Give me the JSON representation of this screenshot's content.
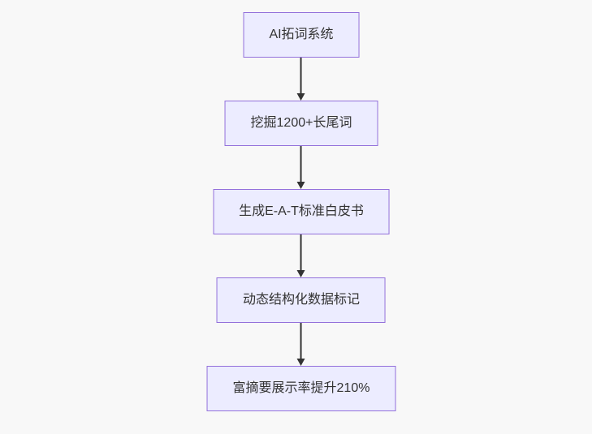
{
  "diagram": {
    "type": "flowchart-vertical",
    "nodes": [
      {
        "id": "n1",
        "label": "AI拓词系统"
      },
      {
        "id": "n2",
        "label": "挖掘1200+长尾词"
      },
      {
        "id": "n3",
        "label": "生成E-A-T标准白皮书"
      },
      {
        "id": "n4",
        "label": "动态结构化数据标记"
      },
      {
        "id": "n5",
        "label": "富摘要展示率提升210%"
      }
    ],
    "edges": [
      {
        "from": "n1",
        "to": "n2"
      },
      {
        "from": "n2",
        "to": "n3"
      },
      {
        "from": "n3",
        "to": "n4"
      },
      {
        "from": "n4",
        "to": "n5"
      }
    ],
    "colors": {
      "node_fill": "#ECECFF",
      "node_border": "#9370DB",
      "arrow": "#333333",
      "text": "#333333",
      "background": "#f8f8f8"
    }
  }
}
